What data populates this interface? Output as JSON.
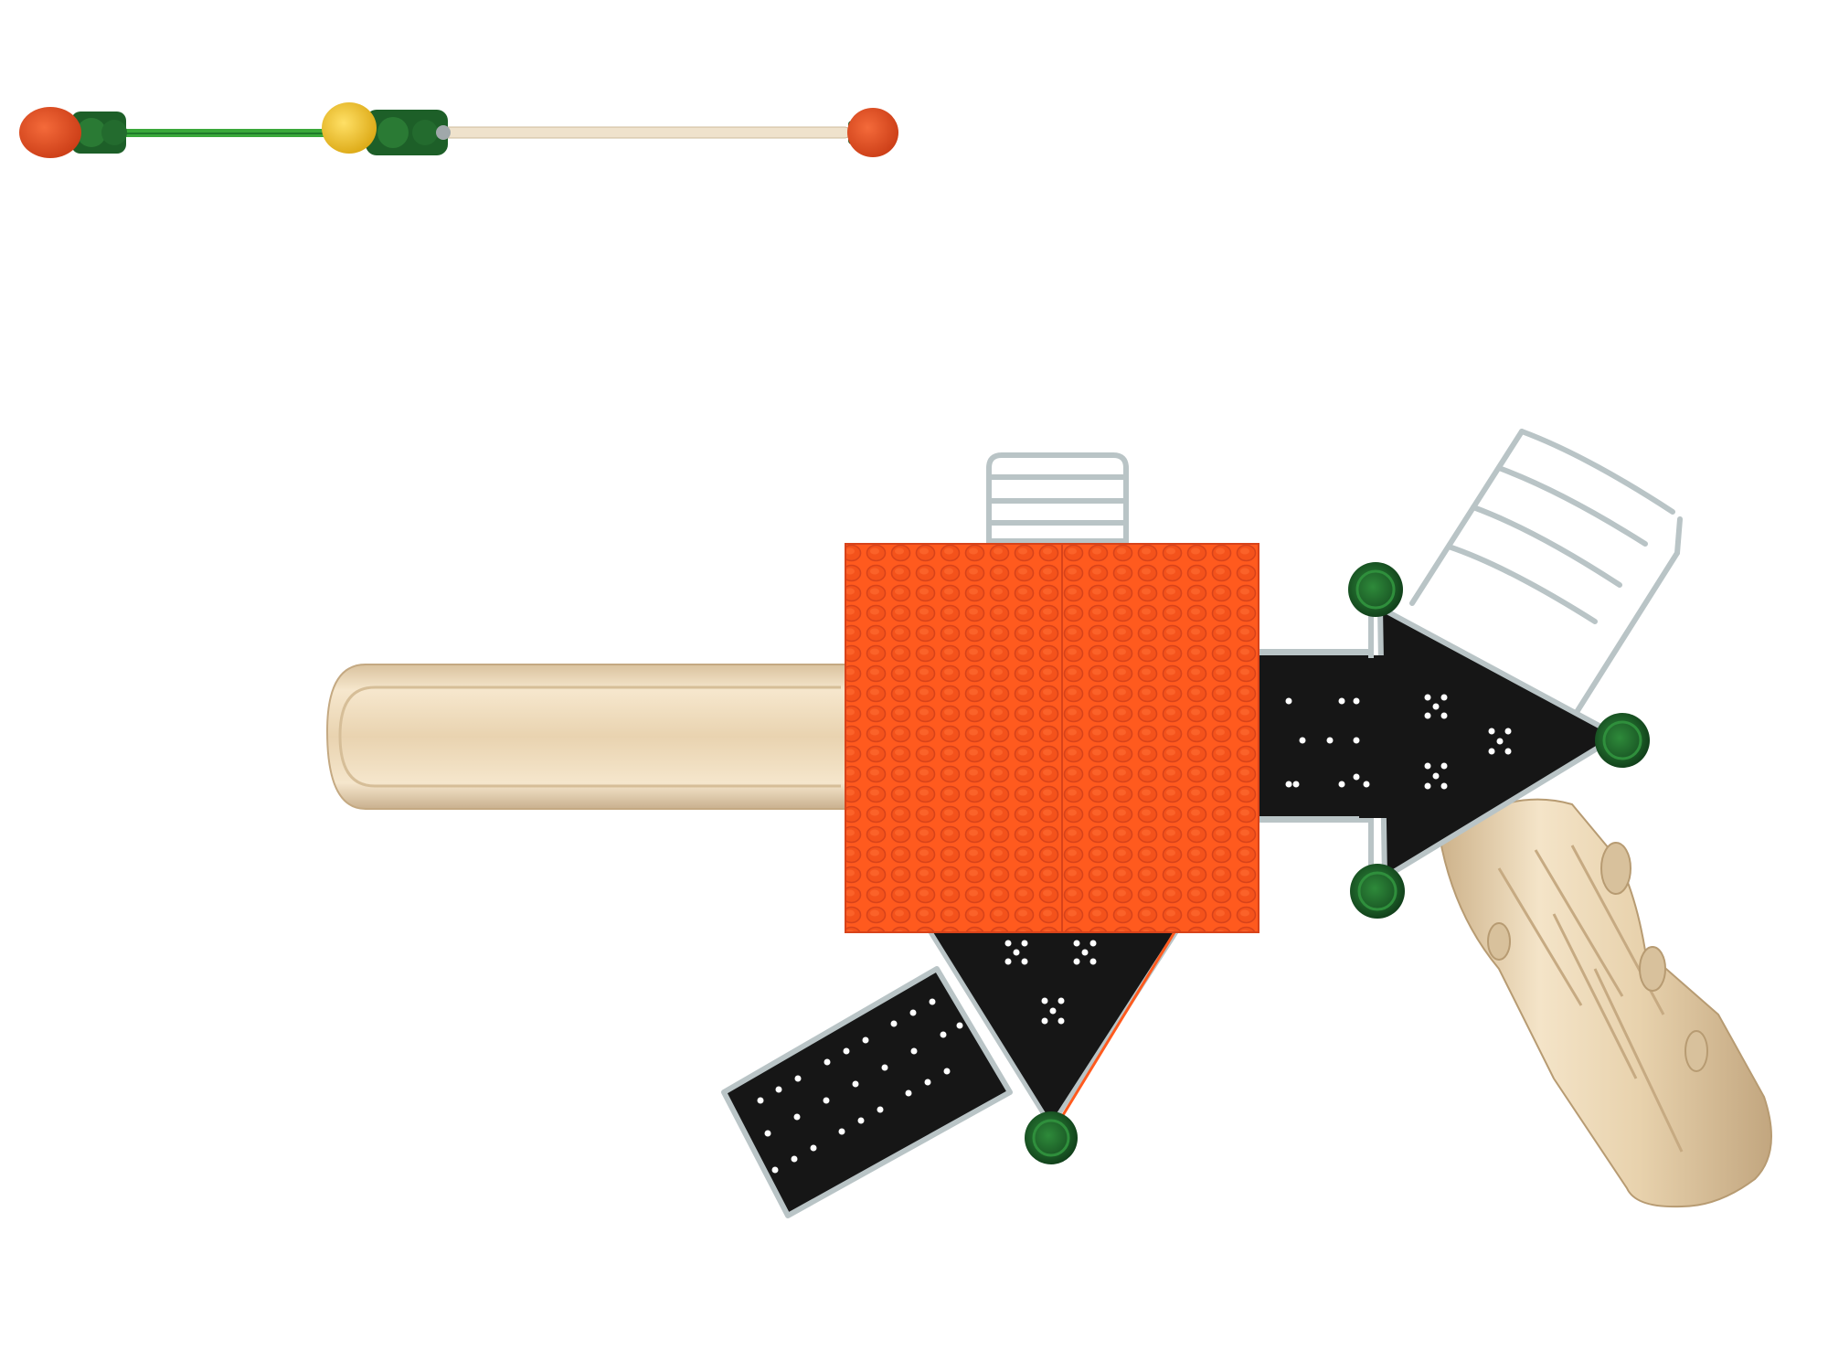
{
  "view": {
    "background": "#ffffff",
    "type": "playground top plan view"
  },
  "colors": {
    "roof_orange": "#ff5a1e",
    "roof_orange_dark": "#e4461a",
    "deck_black": "#161616",
    "deck_holes": "#ffffff",
    "slide_tan": "#efdcc0",
    "slide_tan_dark": "#c9b08e",
    "rail_gray": "#b9c4c6",
    "post_green": "#1f6a2c",
    "post_green_light": "#3cbc4a",
    "beam_green": "#3aa83a",
    "beam_tan": "#efe2cc",
    "ball_red": "#e0461b",
    "ball_yellow": "#f2c41c"
  },
  "components": {
    "side_profile": {
      "description_icon": "side-elevation-beam"
    },
    "roof": {
      "icon": "textured-roof-panel"
    },
    "straight_slide": {
      "icon": "straight-slide"
    },
    "spiral_slide": {
      "icon": "curved-slide"
    },
    "arrow_deck": {
      "icon": "perforated-deck"
    },
    "triangle_deck": {
      "icon": "perforated-deck"
    },
    "ramp_bridge": {
      "icon": "perforated-ramp"
    },
    "ladder_top": {
      "icon": "ladder"
    },
    "ladder_right": {
      "icon": "ladder"
    },
    "posts": {
      "icon": "post-cap",
      "count": 5
    }
  }
}
